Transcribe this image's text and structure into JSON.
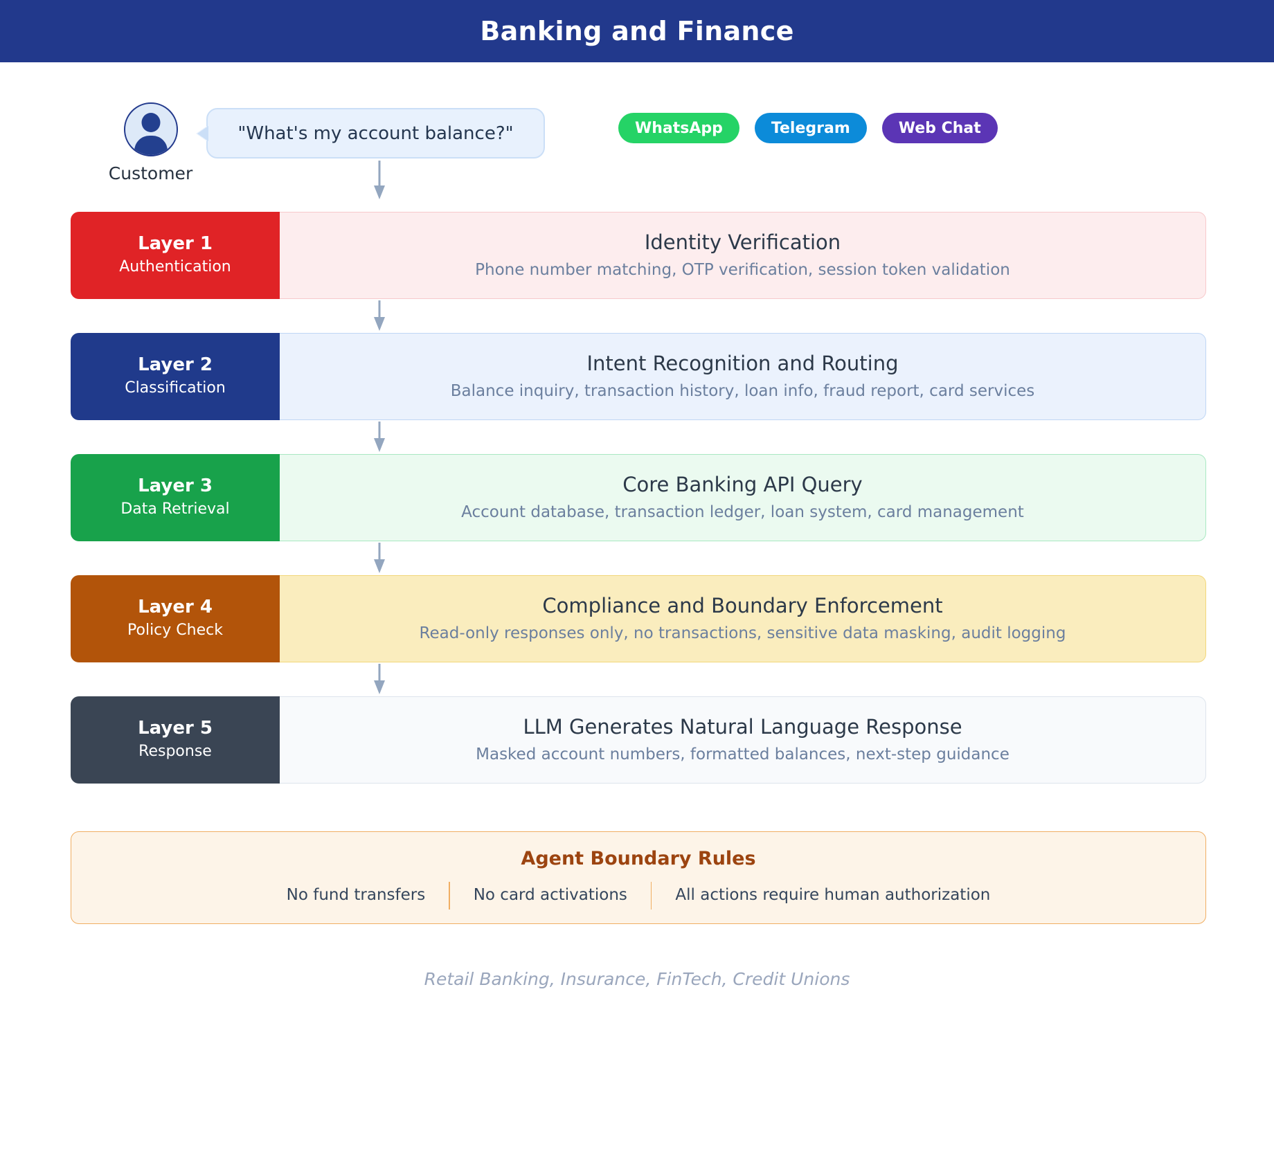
{
  "header": {
    "title": "Banking and Finance",
    "bg_color": "#22398C",
    "text_color": "#FFFFFF"
  },
  "customer": {
    "label": "Customer",
    "avatar_icon": "user-avatar-icon",
    "message": "\"What's my account balance?\""
  },
  "channels": [
    {
      "label": "WhatsApp",
      "color": "#25D366"
    },
    {
      "label": "Telegram",
      "color": "#0C8BD9"
    },
    {
      "label": "Web Chat",
      "color": "#5B35B5"
    }
  ],
  "layers": [
    {
      "badge_title": "Layer 1",
      "badge_sub": "Authentication",
      "badge_color": "#E02326",
      "body_bg": "#FDEDEE",
      "body_border": "#F7C9CB",
      "title": "Identity Verification",
      "subtitle": "Phone number matching, OTP verification, session token validation"
    },
    {
      "badge_title": "Layer 2",
      "badge_sub": "Classification",
      "badge_color": "#203A8B",
      "body_bg": "#EBF2FD",
      "body_border": "#BFD6F5",
      "title": "Intent Recognition and Routing",
      "subtitle": "Balance inquiry, transaction history, loan info, fraud report, card services"
    },
    {
      "badge_title": "Layer 3",
      "badge_sub": "Data Retrieval",
      "badge_color": "#18A24B",
      "body_bg": "#EBFAF0",
      "body_border": "#A9E8C2",
      "title": "Core Banking API Query",
      "subtitle": "Account database, transaction ledger, loan system, card management"
    },
    {
      "badge_title": "Layer 4",
      "badge_sub": "Policy Check",
      "badge_color": "#B2540A",
      "body_bg": "#FAEDBE",
      "body_border": "#F2D77A",
      "title": "Compliance and Boundary Enforcement",
      "subtitle": "Read-only responses only, no transactions, sensitive data masking, audit logging"
    },
    {
      "badge_title": "Layer 5",
      "badge_sub": "Response",
      "badge_color": "#3A4554",
      "body_bg": "#F8FAFC",
      "body_border": "#DDE4EC",
      "title": "LLM Generates Natural Language Response",
      "subtitle": "Masked account numbers, formatted balances, next-step guidance"
    }
  ],
  "boundary_rules": {
    "title": "Agent Boundary Rules",
    "title_color": "#9C4410",
    "bg_color": "#FDF4E8",
    "border_color": "#F0AE63",
    "items": [
      "No fund transfers",
      "No card activations",
      "All actions require human authorization"
    ]
  },
  "footer": {
    "text": "Retail Banking, Insurance, FinTech, Credit Unions"
  },
  "arrow_color": "#93A6BF"
}
